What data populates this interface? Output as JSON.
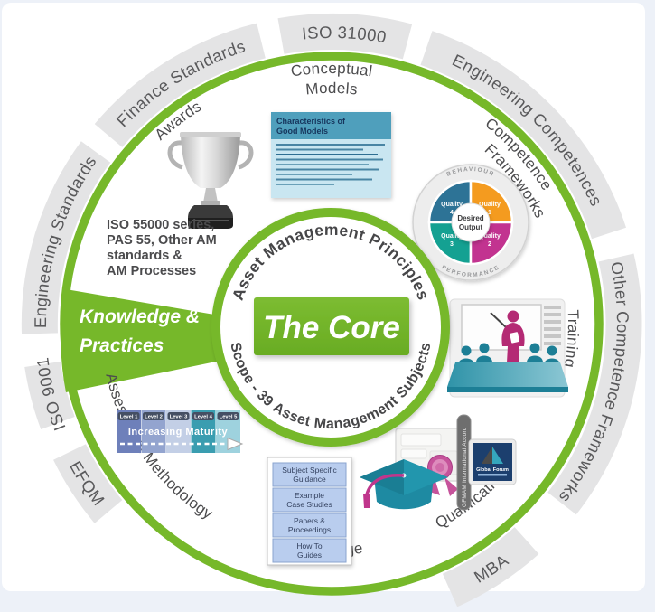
{
  "colors": {
    "accent_green": "#76b82a",
    "band_gray": "#e4e4e5",
    "band_text_gray": "#59595b",
    "wheel_orange": "#f49b1f",
    "wheel_steel_blue": "#2d7396",
    "wheel_teal": "#14a192",
    "wheel_magenta": "#c23390",
    "box_blue_header": "#4f9fbc",
    "box_blue_body": "#c9e6f1"
  },
  "outer": {
    "engineering_standards": "Engineering Standards",
    "finance_standards": "Finance Standards",
    "iso_31000": "ISO 31000",
    "engineering_competences": "Engineering Competences",
    "other_competence_frameworks": "Other Competence Frameworks",
    "mba": "MBA",
    "efqm": "EFQM",
    "iso_9001": "ISO 9001"
  },
  "ring": {
    "conceptual_1": "Conceptual",
    "conceptual_2": "Models",
    "awards": "Awards",
    "competence_1": "Competence",
    "competence_2": "Frameworks",
    "training": "Training",
    "assessment": "Assessment Methodology",
    "knowledge": "Knowledge",
    "qualifications": "Qualifications"
  },
  "core": {
    "label": "The Core",
    "arc_top": "Asset Management Principles",
    "arc_bottom": "Scope - 39 Asset Management Subjects"
  },
  "wedge": {
    "line1": "Knowledge &",
    "line2": "Practices"
  },
  "note": {
    "l1": "ISO 55000 series,",
    "l2": "PAS 55, Other AM",
    "l3": "standards &",
    "l4": "AM Processes"
  },
  "models_box": {
    "t1": "Characteristics of",
    "t2": "Good Models"
  },
  "wheel": {
    "top": "BEHAVIOUR",
    "bottom": "PERFORMANCE",
    "c1": "Desired",
    "c2": "Output",
    "q1w": "Quality",
    "q1n": "1",
    "q2w": "Quality",
    "q2n": "2",
    "q3w": "Quality",
    "q3n": "3",
    "q4w": "Quality",
    "q4n": "4"
  },
  "maturity": {
    "l1": "Level 1",
    "l2": "Level 2",
    "l3": "Level 3",
    "l4": "Level 4",
    "l5": "Level 5",
    "caption": "Increasing Maturity"
  },
  "stack": {
    "i1a": "Subject Specific",
    "i1b": "Guidance",
    "i2a": "Example",
    "i2b": "Case Studies",
    "i3a": "Papers &",
    "i3b": "Proceedings",
    "i4a": "How To",
    "i4b": "Guides"
  },
  "accord": {
    "pill": "GFMAM International Accord",
    "badge": "Global Forum"
  }
}
